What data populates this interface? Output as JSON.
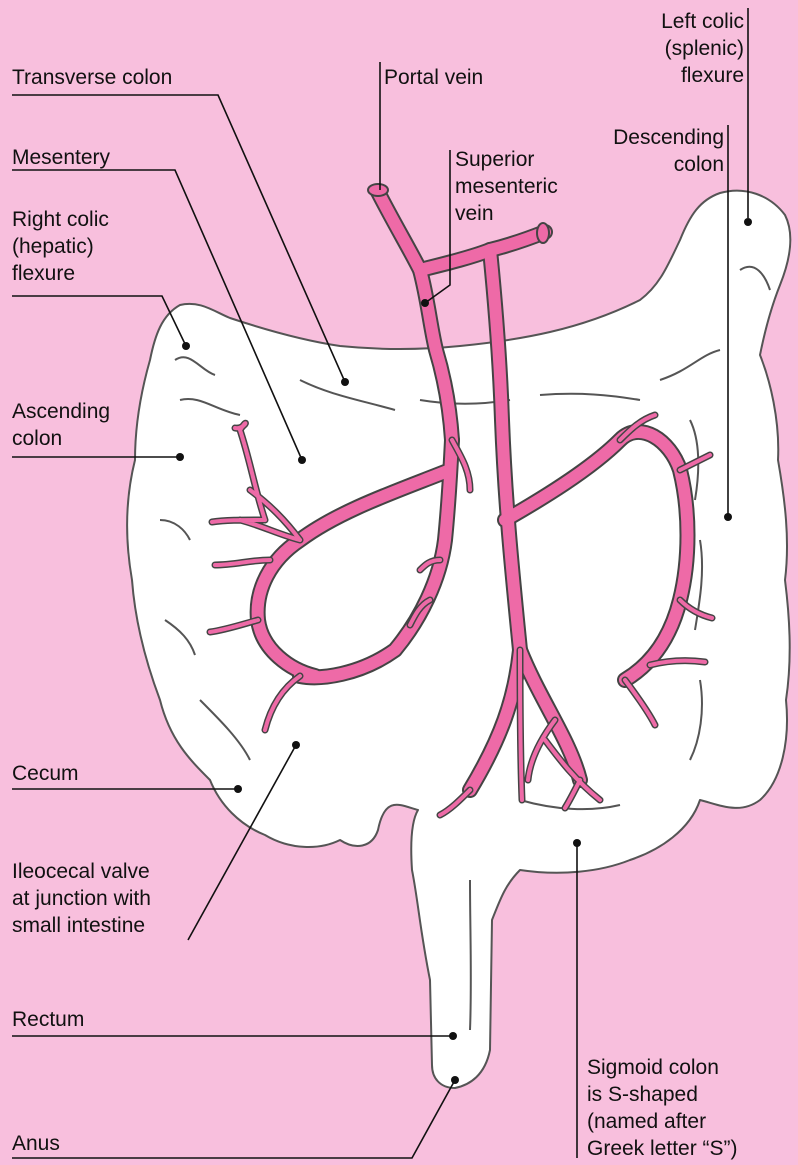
{
  "colors": {
    "background": "#f8bfdd",
    "organ_fill": "#ffffff",
    "organ_stroke": "#555555",
    "vessel_fill": "#ee6aa7",
    "vessel_stroke": "#444444",
    "leader_line": "#111111"
  },
  "labels": {
    "transverse_colon": [
      "Transverse colon"
    ],
    "portal_vein": [
      "Portal vein"
    ],
    "left_colic_flexure": [
      "Left colic",
      "(splenic)",
      "flexure"
    ],
    "mesentery": [
      "Mesentery"
    ],
    "superior_mesenteric_vein": [
      "Superior",
      "mesenteric",
      "vein"
    ],
    "descending_colon": [
      "Descending",
      "colon"
    ],
    "right_colic_flexure": [
      "Right colic",
      "(hepatic)",
      "flexure"
    ],
    "ascending_colon": [
      "Ascending",
      "colon"
    ],
    "cecum": [
      "Cecum"
    ],
    "ileocecal_valve": [
      "Ileocecal valve",
      "at junction with",
      "small intestine"
    ],
    "rectum": [
      "Rectum"
    ],
    "sigmoid_colon": [
      "Sigmoid colon",
      "is S-shaped",
      "(named after",
      "Greek letter “S”)"
    ],
    "anus": [
      "Anus"
    ]
  }
}
